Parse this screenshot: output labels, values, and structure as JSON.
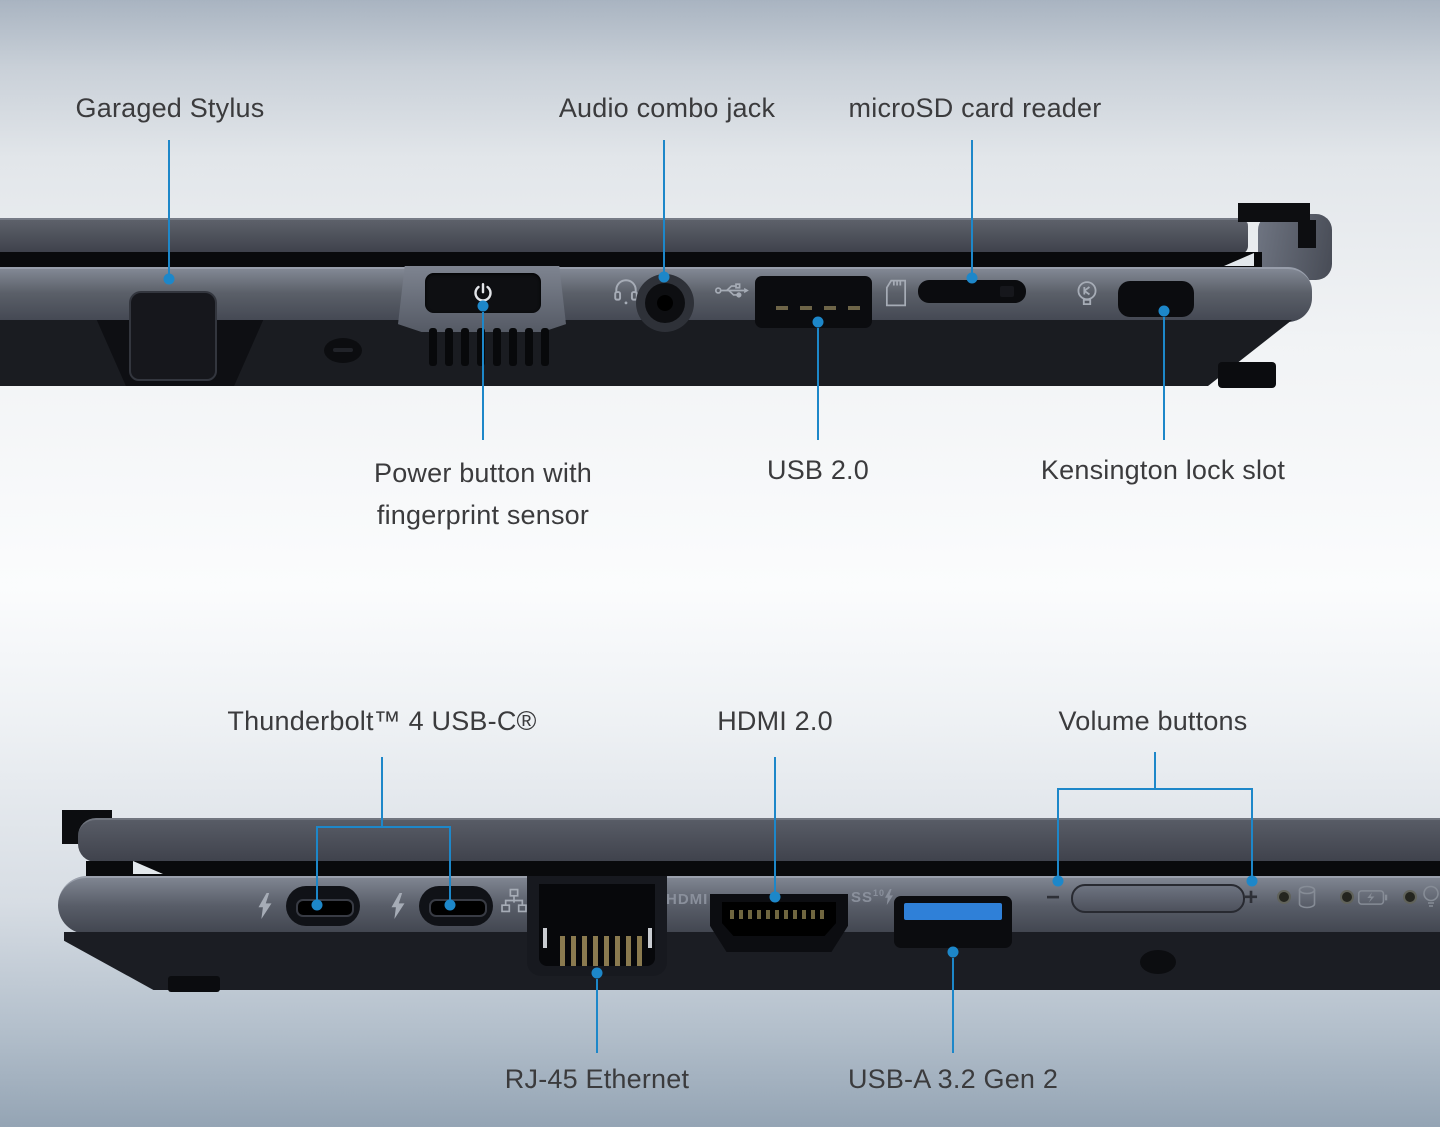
{
  "colors": {
    "callout": "#1d87c9",
    "label_text": "#3b3b3d",
    "chassis_text": "#8a909c",
    "usb_a_tongue_blue": "#2f80d8"
  },
  "top_view": {
    "description": "laptop right-side view",
    "labels": {
      "garaged_stylus": "Garaged Stylus",
      "audio_combo_jack": "Audio combo jack",
      "microsd_card_reader": "microSD card reader",
      "power_button_line1": "Power button with",
      "power_button_line2": "fingerprint sensor",
      "usb_2_0": "USB 2.0",
      "kensington_lock_slot": "Kensington lock slot"
    }
  },
  "bottom_view": {
    "description": "laptop left-side view",
    "labels": {
      "thunderbolt": "Thunderbolt™ 4 USB-C®",
      "hdmi": "HDMI 2.0",
      "volume_buttons": "Volume buttons",
      "rj45": "RJ-45 Ethernet",
      "usb_a": "USB-A 3.2 Gen 2"
    },
    "chassis_text": {
      "hdmi": "HDMI",
      "ss": "SS",
      "ss_sup": "10",
      "minus": "−",
      "plus": "+"
    }
  }
}
